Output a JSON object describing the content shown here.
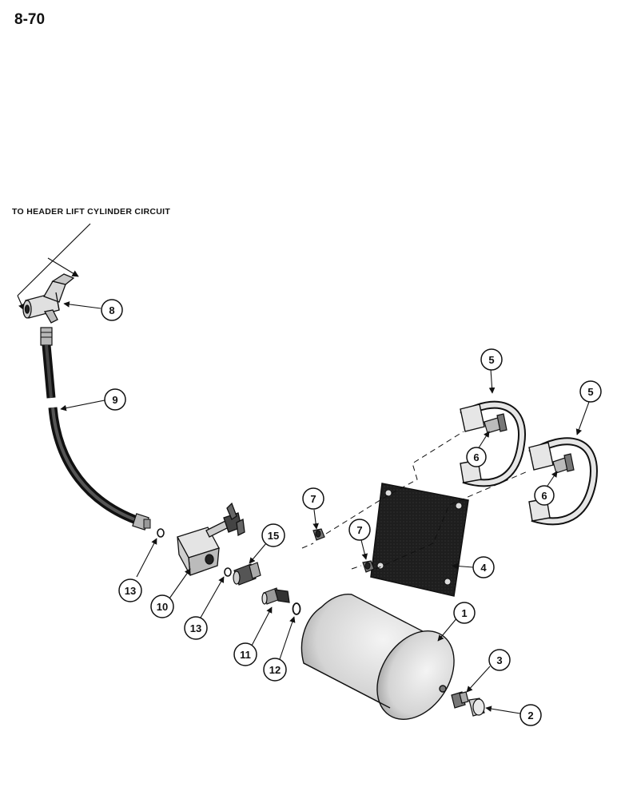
{
  "page": {
    "number": "8-70"
  },
  "callout": {
    "text": "TO HEADER LIFT CYLINDER CIRCUIT"
  },
  "labels": {
    "l1": "1",
    "l2": "2",
    "l3": "3",
    "l4": "4",
    "l5a": "5",
    "l5b": "5",
    "l6a": "6",
    "l6b": "6",
    "l7a": "7",
    "l7b": "7",
    "l8": "8",
    "l9": "9",
    "l10": "10",
    "l11": "11",
    "l12": "12",
    "l13a": "13",
    "l13b": "13",
    "l15": "15"
  }
}
